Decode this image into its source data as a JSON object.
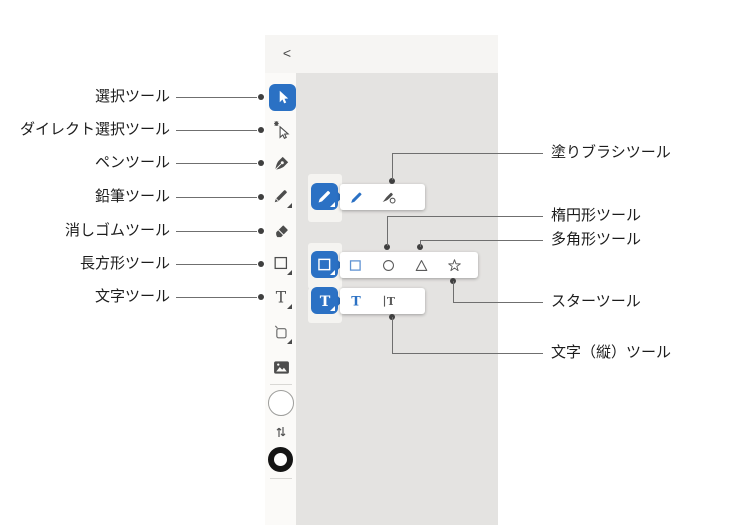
{
  "colors": {
    "accent": "#2b71c4",
    "canvas": "#e4e3e1",
    "strip": "#fbfaf8",
    "header": "#f6f5f3",
    "popup_selected_blue": "#5e92d2"
  },
  "panel": {
    "collapse_glyph": "<",
    "collapse_icon": "chevron-left-icon"
  },
  "toolbar": {
    "tools": [
      {
        "name": "selection",
        "label": "選択ツール",
        "selected": true,
        "icon": "selection-cursor-icon"
      },
      {
        "name": "direct-selection",
        "label": "ダイレクト選択ツール",
        "icon": "direct-selection-cursor-icon"
      },
      {
        "name": "pen",
        "label": "ペンツール",
        "icon": "pen-nib-icon"
      },
      {
        "name": "pencil",
        "label": "鉛筆ツール",
        "has_flyout": true,
        "icon": "pencil-icon"
      },
      {
        "name": "eraser",
        "label": "消しゴムツール",
        "icon": "eraser-icon"
      },
      {
        "name": "rectangle",
        "label": "長方形ツール",
        "has_flyout": true,
        "icon": "rectangle-icon"
      },
      {
        "name": "type",
        "label": "文字ツール",
        "has_flyout": true,
        "icon": "type-t-icon"
      },
      {
        "name": "artboard",
        "has_flyout": true,
        "icon": "artboard-icon"
      },
      {
        "name": "place-image",
        "icon": "image-icon"
      },
      {
        "name": "fill-color",
        "icon": "fill-swatch-white"
      },
      {
        "name": "swap-fill-stroke",
        "icon": "swap-arrows-icon"
      },
      {
        "name": "stroke-color",
        "icon": "stroke-ring-black"
      }
    ]
  },
  "flyouts": [
    {
      "group": "pencil",
      "items": [
        {
          "name": "pencil",
          "label": "鉛筆ツール",
          "selected": true
        },
        {
          "name": "blob-brush",
          "label": "塗りブラシツール"
        }
      ]
    },
    {
      "group": "shape",
      "items": [
        {
          "name": "rectangle",
          "label": "長方形ツール",
          "selected": true
        },
        {
          "name": "ellipse",
          "label": "楕円形ツール"
        },
        {
          "name": "polygon",
          "label": "多角形ツール"
        },
        {
          "name": "star",
          "label": "スターツール"
        }
      ]
    },
    {
      "group": "type",
      "items": [
        {
          "name": "type",
          "label": "文字ツール",
          "selected": true
        },
        {
          "name": "vertical-type",
          "label": "文字（縦）ツール"
        }
      ]
    }
  ],
  "callouts": {
    "left": [
      "選択ツール",
      "ダイレクト選択ツール",
      "ペンツール",
      "鉛筆ツール",
      "消しゴムツール",
      "長方形ツール",
      "文字ツール"
    ],
    "right": [
      "塗りブラシツール",
      "楕円形ツール",
      "多角形ツール",
      "スターツール",
      "文字（縦）ツール"
    ]
  }
}
